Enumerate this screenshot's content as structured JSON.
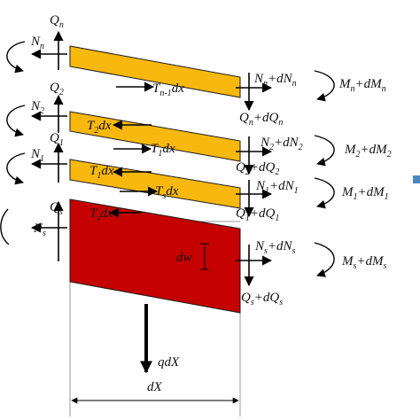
{
  "colors": {
    "layer_fill": "#f9b80d",
    "layer_stroke": "#1a1a1a",
    "base_fill": "#c40000",
    "arrow": "#000000",
    "guide": "#9a9a9a",
    "edge_mark": "#4e86c0"
  },
  "layer_n": {
    "shear_left": "Q",
    "shear_left_sub": "n",
    "normal_left": "N",
    "normal_left_sub": "n",
    "shear_right": "Q",
    "shear_right_sub": "n",
    "shear_right_tail": "+dQ",
    "shear_right_tail_sub": "n",
    "normal_right": "N",
    "normal_right_sub": "n",
    "normal_right_tail": "+dN",
    "normal_right_tail_sub": "n",
    "moment_right": "M",
    "moment_right_sub": "n",
    "moment_right_tail": "+dM",
    "moment_right_tail_sub": "n",
    "interface_force": "T",
    "interface_force_sub": "n-1",
    "interface_force_tail": "dx"
  },
  "layer_2": {
    "shear_left": "Q",
    "shear_left_sub": "2",
    "normal_left": "N",
    "normal_left_sub": "2",
    "shear_right": "Q",
    "shear_right_sub": "2",
    "shear_right_tail": "+dQ",
    "shear_right_tail_sub": "2",
    "normal_right": "N",
    "normal_right_sub": "2",
    "normal_right_tail": "+dN",
    "normal_right_tail_sub": "2",
    "moment_right": "M",
    "moment_right_sub": "2",
    "moment_right_tail": "+dM",
    "moment_right_tail_sub": "2",
    "interface_top": "T",
    "interface_top_sub": "2",
    "interface_top_tail": "dx",
    "interface_bottom": "T",
    "interface_bottom_sub": "1",
    "interface_bottom_tail": "dx"
  },
  "layer_1": {
    "shear_left": "Q",
    "shear_left_sub": "1",
    "normal_left": "N",
    "normal_left_sub": "1",
    "shear_right": "Q",
    "shear_right_sub": "1",
    "shear_right_tail": "+dQ",
    "shear_right_tail_sub": "1",
    "normal_right": "N",
    "normal_right_sub": "1",
    "normal_right_tail": "+dN",
    "normal_right_tail_sub": "1",
    "moment_right": "M",
    "moment_right_sub": "1",
    "moment_right_tail": "+dM",
    "moment_right_tail_sub": "1",
    "interface_top": "T",
    "interface_top_sub": "1",
    "interface_top_tail": "dx",
    "interface_bottom": "T",
    "interface_bottom_sub": "s",
    "interface_bottom_tail": "dx"
  },
  "base": {
    "shear_left": "Q",
    "shear_left_sub": "s",
    "normal_left": "N",
    "normal_left_sub": "s",
    "shear_right": "Q",
    "shear_right_sub": "s",
    "shear_right_tail": "+dQ",
    "shear_right_tail_sub": "s",
    "normal_right": "N",
    "normal_right_sub": "s",
    "normal_right_tail": "+dN",
    "normal_right_tail_sub": "s",
    "moment_right": "M",
    "moment_right_sub": "s",
    "moment_right_tail": "+dM",
    "moment_right_tail_sub": "s",
    "interface_top": "T",
    "interface_top_sub": "s",
    "interface_top_tail": "dx",
    "deflection": "dw"
  },
  "load": {
    "label": "qdX"
  },
  "dimension": {
    "label": "dX"
  }
}
